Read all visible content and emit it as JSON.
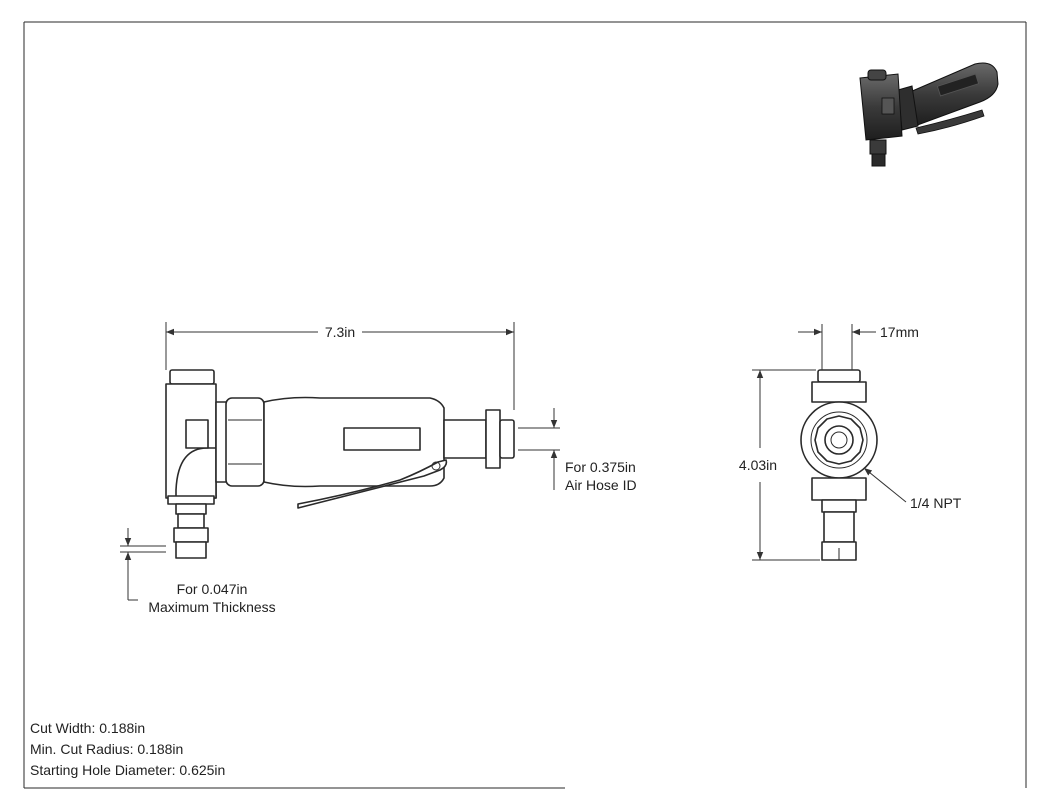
{
  "dimensions": {
    "length": "7.3in",
    "width": "17mm",
    "height": "4.03in"
  },
  "callouts": {
    "air_hose_line1": "For 0.375in",
    "air_hose_line2": "Air Hose ID",
    "thickness_line1": "For 0.047in",
    "thickness_line2": "Maximum Thickness",
    "npt": "1/4 NPT"
  },
  "specs": [
    "Cut Width: 0.188in",
    "Min. Cut Radius: 0.188in",
    "Starting Hole Diameter: 0.625in"
  ],
  "icons": {
    "side_view": "air-nibbler-side-view-icon",
    "end_view": "air-nibbler-end-view-icon",
    "iso_view": "air-nibbler-isometric-icon"
  },
  "colors": {
    "line": "#2a2a2a",
    "render_dark": "#3a3a3a"
  }
}
